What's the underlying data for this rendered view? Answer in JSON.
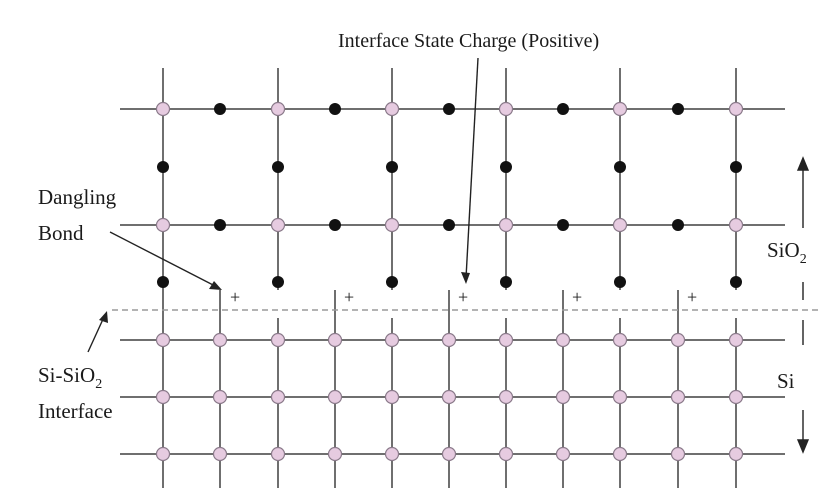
{
  "labels": {
    "interface_charge": "Interface State Charge (Positive)",
    "dangling_line1": "Dangling",
    "dangling_line2": "Bond",
    "sio2_main": "SiO",
    "sio2_sub": "2",
    "si": "Si",
    "iface_line1_main": "Si-SiO",
    "iface_line1_sub": "2",
    "iface_line2": "Interface",
    "plus": "+"
  },
  "colors": {
    "silicon_atom_fill": "#e6cbe0",
    "silicon_atom_stroke": "#8a7a8a",
    "oxygen_atom": "#111111",
    "bond_line": "#6f6f6f",
    "interface_dash": "#9a9a9a",
    "text": "#1a1a1a"
  }
}
